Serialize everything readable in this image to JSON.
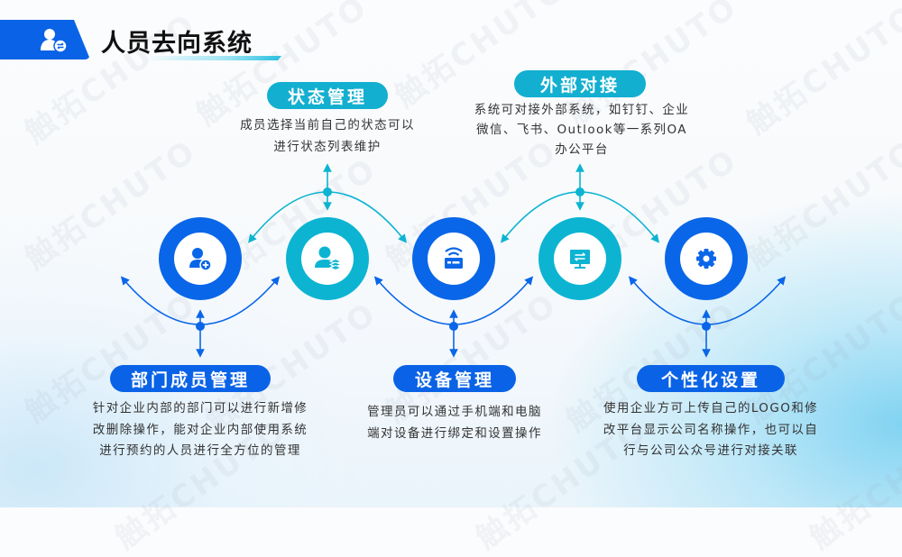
{
  "header": {
    "title": "人员去向系统",
    "icon": "user-exchange-icon",
    "accent_color": "#0a63e6"
  },
  "watermark": {
    "text": "触拓CHUTO"
  },
  "colors": {
    "blue": "#0a66e8",
    "teal": "#0cb4d2",
    "text": "#333333"
  },
  "nodes": [
    {
      "id": "dept-members",
      "icon": "user-add-icon",
      "color": "blue",
      "position": "bottom",
      "label": "部门成员管理",
      "description": [
        "针对企业内部的部门可以进行新增修",
        "改删除操作，能对企业内部使用系统",
        "进行预约的人员进行全方位的管理"
      ]
    },
    {
      "id": "status",
      "icon": "user-stack-icon",
      "color": "teal",
      "position": "top",
      "label": "状态管理",
      "description": [
        "成员选择当前自己的状态可以",
        "进行状态列表维护"
      ]
    },
    {
      "id": "device",
      "icon": "router-icon",
      "color": "blue",
      "position": "bottom",
      "label": "设备管理",
      "description": [
        "管理员可以通过手机端和电脑",
        "端对设备进行绑定和设置操作"
      ]
    },
    {
      "id": "external",
      "icon": "monitor-exchange-icon",
      "color": "teal",
      "position": "top",
      "label": "外部对接",
      "description": [
        "系统可对接外部系统，如钉钉、企业",
        "微信、飞书、Outlook等一系列OA",
        "办公平台"
      ]
    },
    {
      "id": "personalize",
      "icon": "gear-icon",
      "color": "blue",
      "position": "bottom",
      "label": "个性化设置",
      "description": [
        "使用企业方可上传自己的LOGO和修",
        "改平台显示公司名称操作，也可以自",
        "行与公司公众号进行对接关联"
      ]
    }
  ]
}
